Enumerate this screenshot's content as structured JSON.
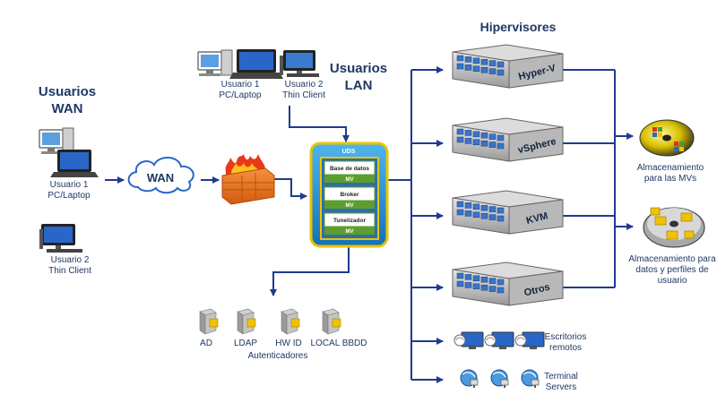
{
  "labels": {
    "usuarios_wan": "Usuarios\nWAN",
    "usuarios_lan": "Usuarios\nLAN",
    "hipervisores": "Hipervisores",
    "wan_user1": "Usuario 1\nPC/Laptop",
    "wan_user2": "Usuario 2\nThin Client",
    "lan_user1": "Usuario 1\nPC/Laptop",
    "lan_user2": "Usuario 2\nThin Client",
    "wan_cloud": "WAN",
    "uds_title": "UDS",
    "almacen_mvs": "Almacenamiento\npara las MVs",
    "almacen_datos": "Almacenamiento para\ndatos y perfiles de\nusuario",
    "escritorios": "Escritorios\nremotos",
    "terminal": "Terminal\nServers",
    "autenticadores": "Autenticadores"
  },
  "uds_modules": [
    {
      "name": "Base de datos",
      "tag": "MV"
    },
    {
      "name": "Broker",
      "tag": "MV"
    },
    {
      "name": "Tunelizador",
      "tag": "MV"
    }
  ],
  "hypervisors": [
    "Hyper-V",
    "vSphere",
    "KVM",
    "Otros"
  ],
  "authenticators": [
    "AD",
    "LDAP",
    "HW ID",
    "LOCAL BBDD"
  ],
  "colors": {
    "line": "#1f3a93",
    "text": "#1f3864",
    "uds_fill": "#1f8fd8",
    "uds_border": "#e8c400",
    "module_green": "#5e9e2e"
  }
}
